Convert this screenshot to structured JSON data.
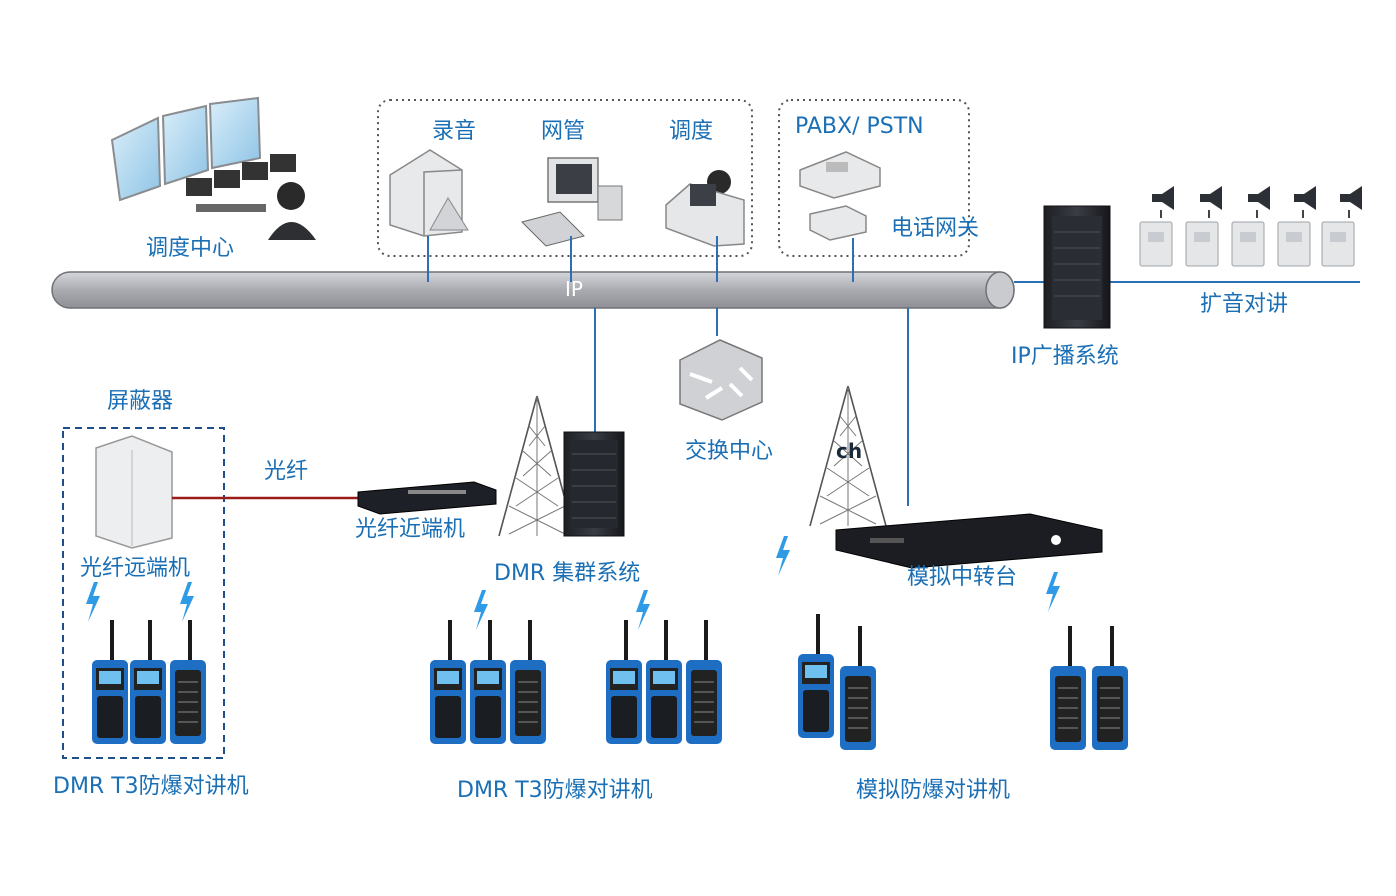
{
  "labels": {
    "dispatch_center": "调度中心",
    "recording": "录音",
    "network_mgmt": "网管",
    "dispatch": "调度",
    "pabx": "PABX/ PSTN",
    "phone_gateway": "电话网关",
    "ip": "IP",
    "ip_broadcast": "IP广播系统",
    "pa_intercom": "扩音对讲",
    "shield": "屏蔽器",
    "fiber": "光纤",
    "fiber_remote": "光纤远端机",
    "fiber_near": "光纤近端机",
    "dmr_trunk": "DMR 集群系统",
    "switch_center": "交换中心",
    "analog_repeater": "模拟中转台",
    "dmr_radio_1": "DMR T3防爆对讲机",
    "dmr_radio_2": "DMR T3防爆对讲机",
    "analog_radio": "模拟防爆对讲机",
    "partial_text": "ch"
  },
  "colors": {
    "label_blue": "#1a6fb5",
    "link_blue": "#2a6fb8",
    "fiber_red": "#9b1b1b",
    "pipe_gray": "#b4b6bb",
    "radio_blue": "#1e6fc4"
  }
}
